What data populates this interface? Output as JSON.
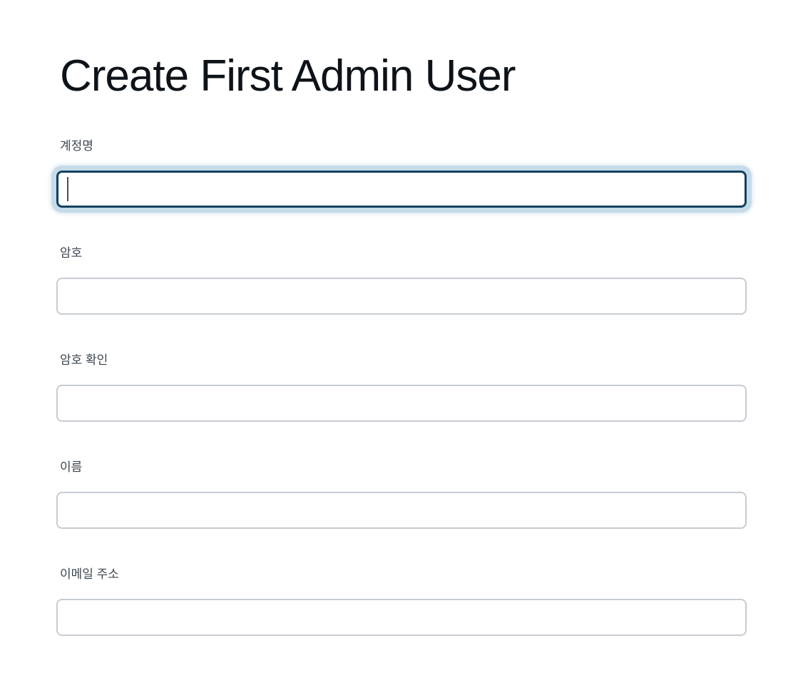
{
  "page": {
    "title": "Create First Admin User",
    "language": "ko"
  },
  "form": {
    "fields": [
      {
        "id": "username",
        "label": "계정명",
        "value": "",
        "state": "focused"
      },
      {
        "id": "password",
        "label": "암호",
        "value": "",
        "state": "default"
      },
      {
        "id": "password-confirm",
        "label": "암호 확인",
        "value": "",
        "state": "default"
      },
      {
        "id": "fullname",
        "label": "이름",
        "value": "",
        "state": "default"
      },
      {
        "id": "email",
        "label": "이메일 주소",
        "value": "",
        "state": "default"
      }
    ]
  },
  "colors": {
    "background": "#ffffff",
    "title_text": "#0d1319",
    "label_text": "#3d4751",
    "input_border": "#c7cdd4",
    "focus_border": "#15405f",
    "focus_glow": "#c6dbe9",
    "caret": "#4b5157"
  }
}
